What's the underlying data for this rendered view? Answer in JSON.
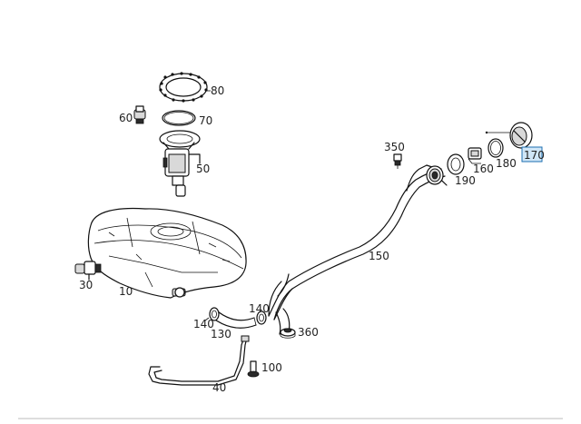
{
  "callouts": {
    "p80": "80",
    "p70": "70",
    "p60": "60",
    "p50": "50",
    "p350": "350",
    "p170": "170",
    "p180": "180",
    "p160": "160",
    "p190": "190",
    "p150": "150",
    "p30": "30",
    "p10": "10",
    "p140a": "140",
    "p140b": "140",
    "p130": "130",
    "p360": "360",
    "p100": "100",
    "p40": "40"
  },
  "colors": {
    "highlight_fill": "#cfe6f7",
    "highlight_border": "#1c6fb0",
    "line": "#111111"
  },
  "highlighted_part": "170"
}
